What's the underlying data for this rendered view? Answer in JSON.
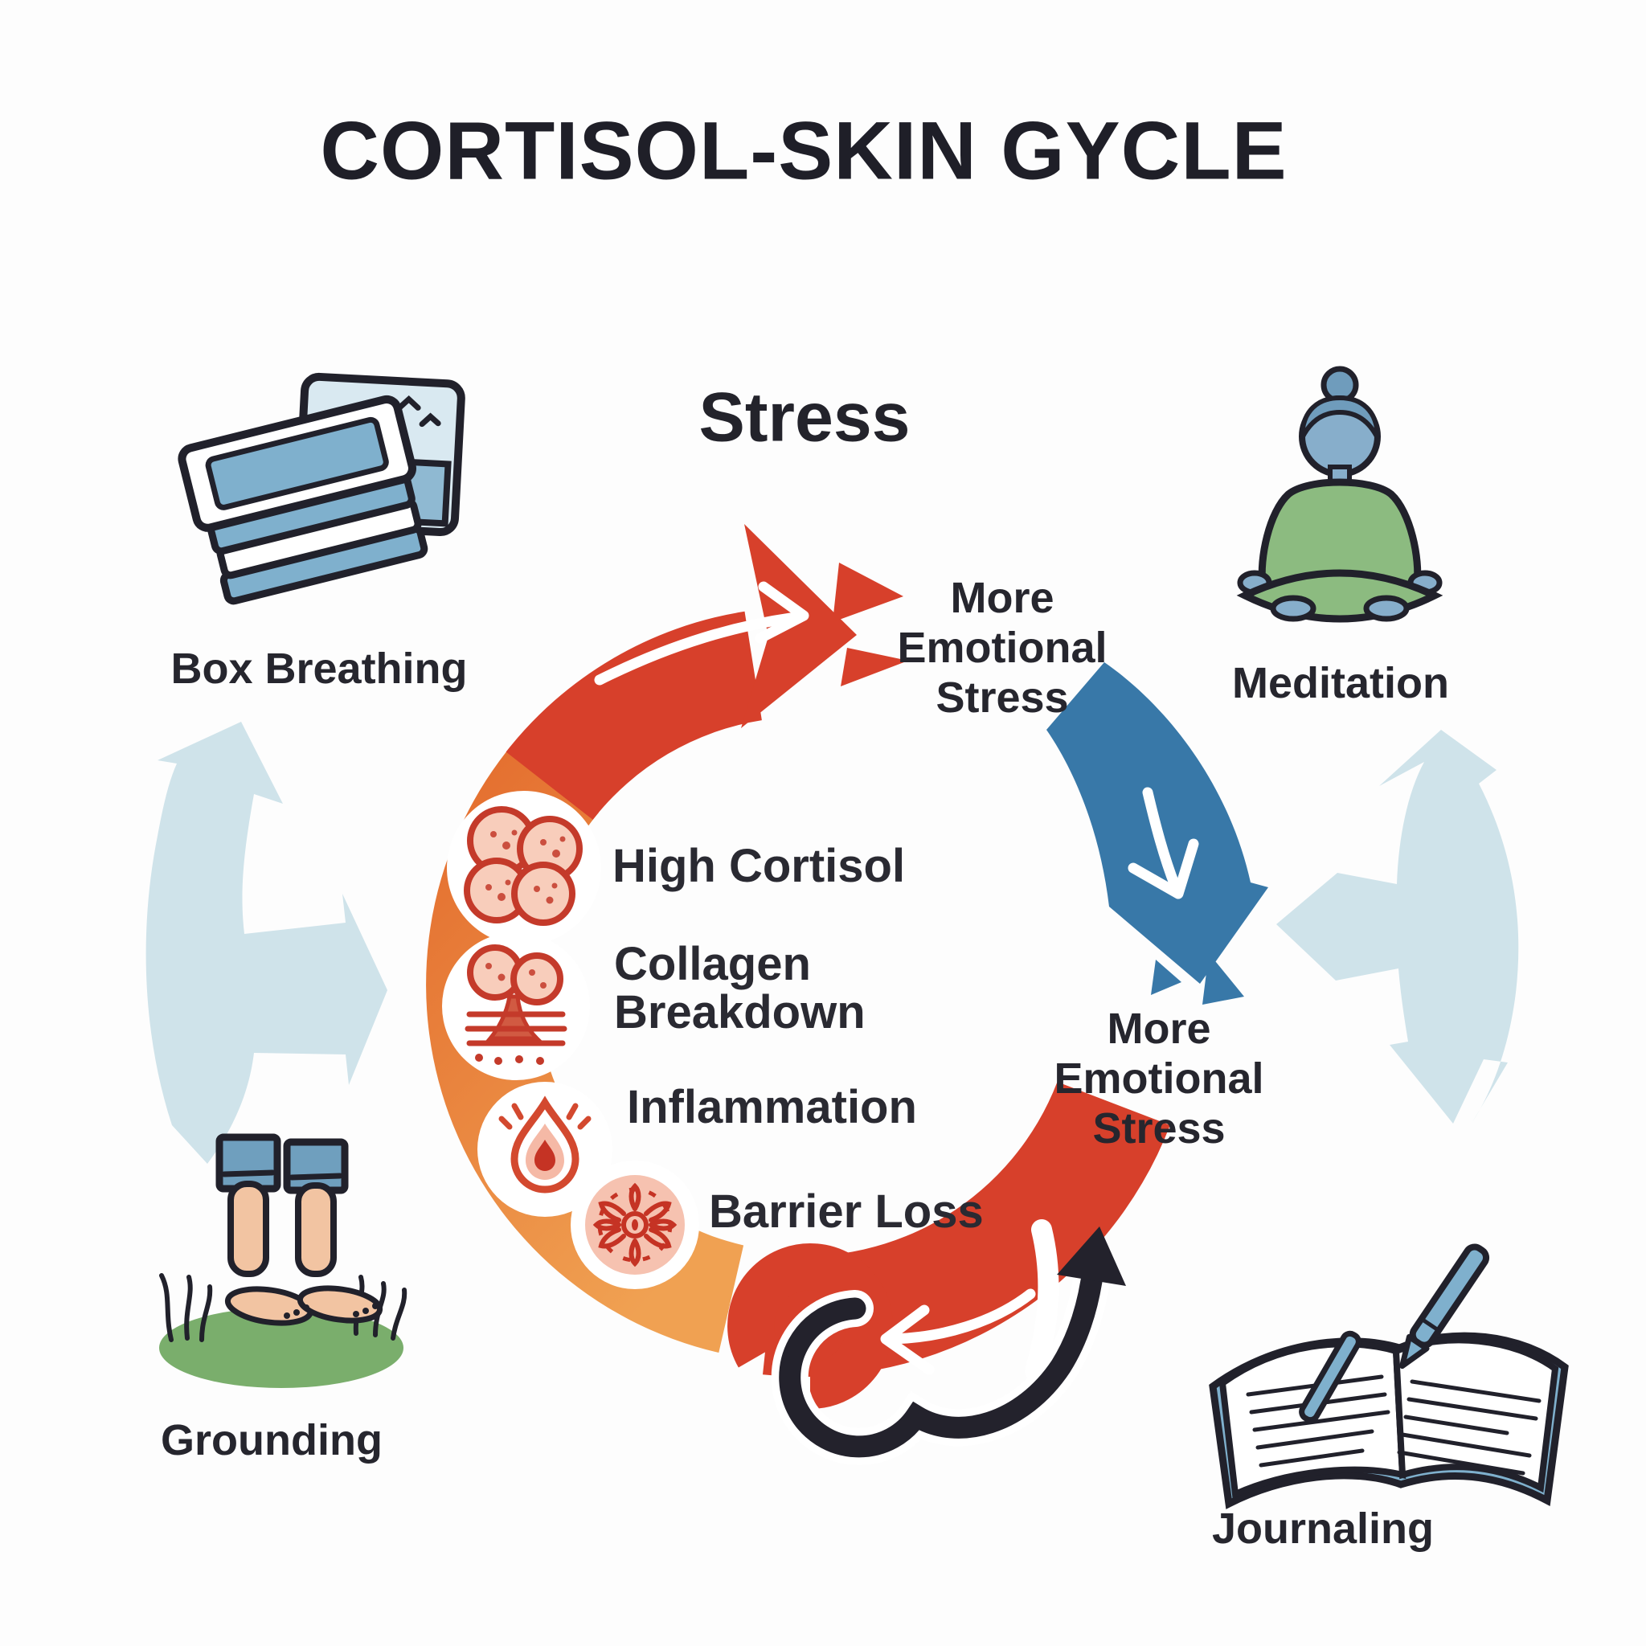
{
  "title": "CORTISOL-SKIN GYCLE",
  "cycle": {
    "stress_label": "Stress",
    "emotional_stress_top": "More Emotional Stress",
    "emotional_stress_right": "More Emotional Stress",
    "effects": [
      {
        "label": "High Cortisol",
        "icon": "skin-cells-icon"
      },
      {
        "label": "Collagen Breakdown",
        "icon": "collagen-breakdown-icon"
      },
      {
        "label": "Inflammation",
        "icon": "inflammation-drop-icon"
      },
      {
        "label": "Barrier Loss",
        "icon": "barrier-loss-icon"
      }
    ]
  },
  "interventions": {
    "box_breathing": "Box Breathing",
    "meditation": "Meditation",
    "grounding": "Grounding",
    "journaling": "Journaling"
  },
  "colors": {
    "red": "#D7402B",
    "orange_deep": "#E36A2C",
    "orange_light": "#F0A152",
    "blue": "#3878A8",
    "pale_blue": "#CFE3EA",
    "black": "#23222C",
    "text": "#26262E",
    "icon_stroke": "#C43A2A",
    "icon_fill": "#F8CDBB",
    "grass_green": "#7AAE6C",
    "skin": "#F2C4A2",
    "denim": "#6F9FBE",
    "book_blue": "#7FB0CD",
    "shirt_green": "#8CBB80",
    "figure_blue": "#87AECB"
  }
}
